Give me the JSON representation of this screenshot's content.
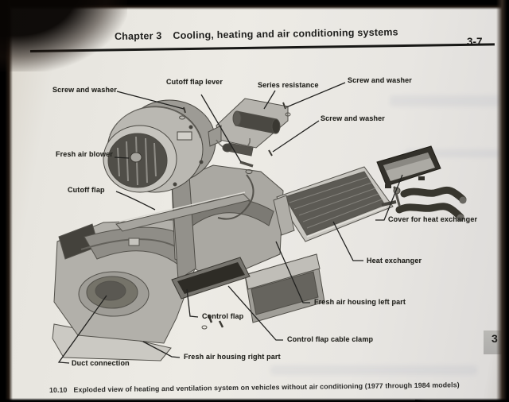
{
  "header": {
    "chapter": "Chapter 3",
    "title": "Cooling, heating and air conditioning systems",
    "page_number": "3-7"
  },
  "side_tab": {
    "label": "3"
  },
  "figure": {
    "caption_number": "10.10",
    "caption_text": "Exploded view of heating and ventilation system on vehicles without air conditioning (1977 through 1984 models)",
    "labels": [
      {
        "text": "Screw and washer"
      },
      {
        "text": "Cutoff flap lever"
      },
      {
        "text": "Series resistance"
      },
      {
        "text": "Screw and washer"
      },
      {
        "text": "Screw and washer"
      },
      {
        "text": "Fresh air blower"
      },
      {
        "text": "Cutoff flap"
      },
      {
        "text": "Cover for heat exchanger"
      },
      {
        "text": "Heat exchanger"
      },
      {
        "text": "Fresh air housing left part"
      },
      {
        "text": "Control flap"
      },
      {
        "text": "Control flap cable clamp"
      },
      {
        "text": "Fresh air housing right part"
      },
      {
        "text": "Duct connection"
      }
    ]
  },
  "colors": {
    "page_background": "#e9e7e1",
    "ink": "#1f1f1d",
    "tab_background": "#b3b2ae",
    "illustration_dark": "#3a3832",
    "illustration_mid": "#a8a6a0",
    "illustration_light": "#c9c7c1"
  }
}
